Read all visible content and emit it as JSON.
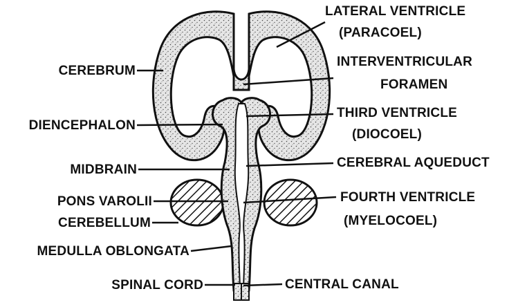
{
  "labels": {
    "lateral_ventricle": "LATERAL VENTRICLE",
    "paracoel": "(PARACOEL)",
    "cerebrum": "CEREBRUM",
    "interventricular": "INTERVENTRICULAR",
    "foramen": "FORAMEN",
    "diencephalon": "DIENCEPHALON",
    "third_ventricle": "THIRD VENTRICLE",
    "diocoel": "(DIOCOEL)",
    "midbrain": "MIDBRAIN",
    "cerebral_aqueduct": "CEREBRAL AQUEDUCT",
    "pons_varolii": "PONS VAROLII",
    "fourth_ventricle": "FOURTH VENTRICLE",
    "cerebellum": "CEREBELLUM",
    "myelocoel": "(MYELOCOEL)",
    "medulla_oblongata": "MEDULLA OBLONGATA",
    "spinal_cord": "SPINAL CORD",
    "central_canal": "CENTRAL CANAL"
  },
  "colors": {
    "ink": "#111111",
    "tissue_fill": "#d9d9d9",
    "cavity_fill": "#ffffff"
  }
}
